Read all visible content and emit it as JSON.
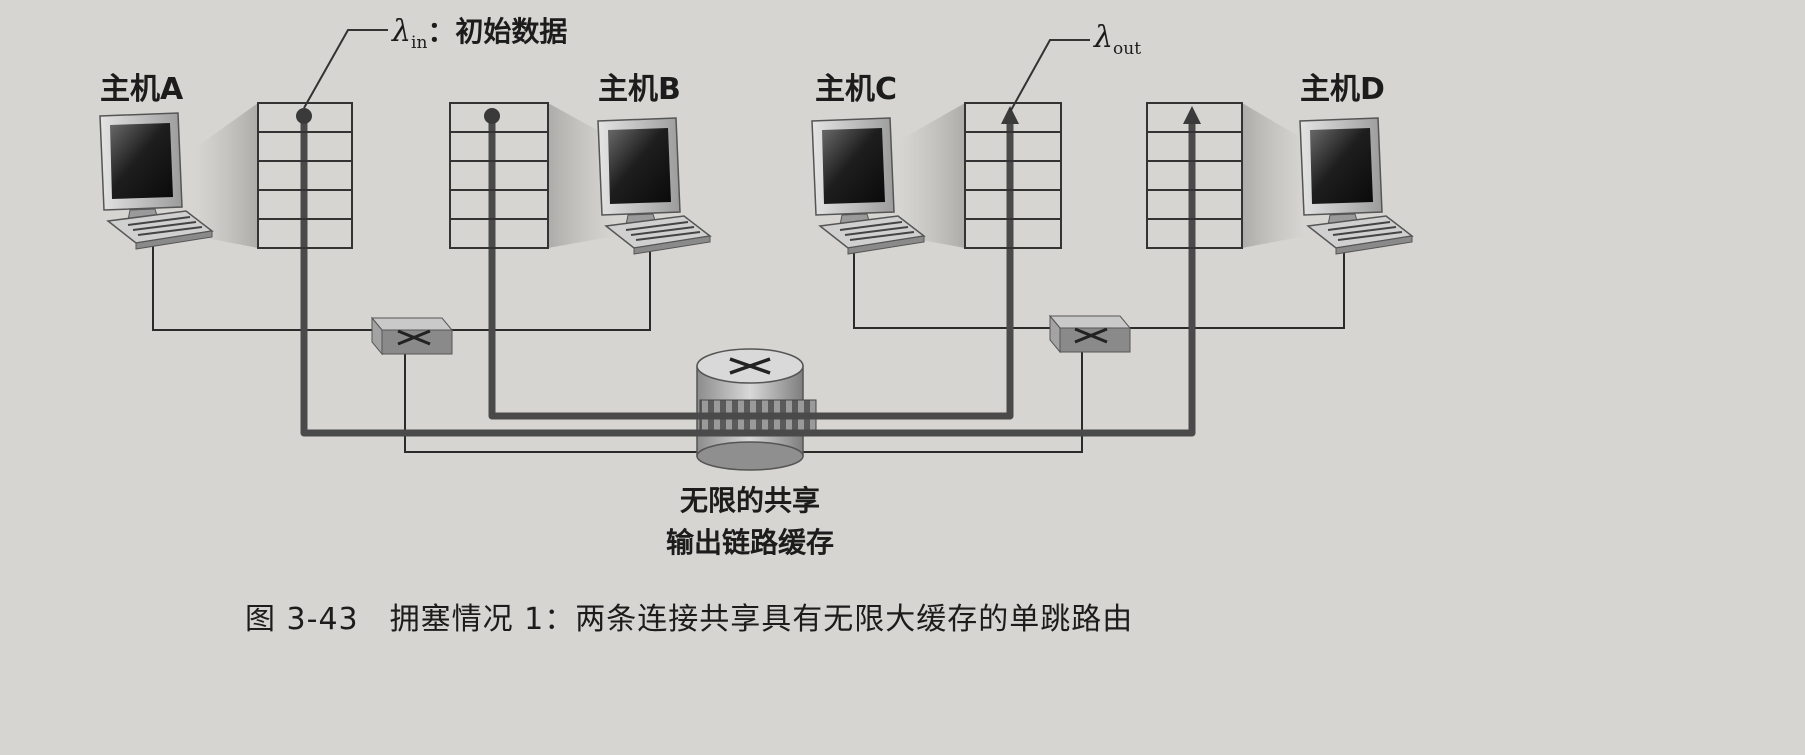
{
  "hosts": {
    "a": "主机A",
    "b": "主机B",
    "c": "主机C",
    "d": "主机D"
  },
  "lambda_in": {
    "symbol": "λ",
    "subscript": "in",
    "text": "：初始数据"
  },
  "lambda_out": {
    "symbol": "λ",
    "subscript": "out"
  },
  "router_buffer": {
    "line1": "无限的共享",
    "line2": "输出链路缓存"
  },
  "caption": "图 3-43　拥塞情况 1：两条连接共享具有无限大缓存的单跳路由"
}
